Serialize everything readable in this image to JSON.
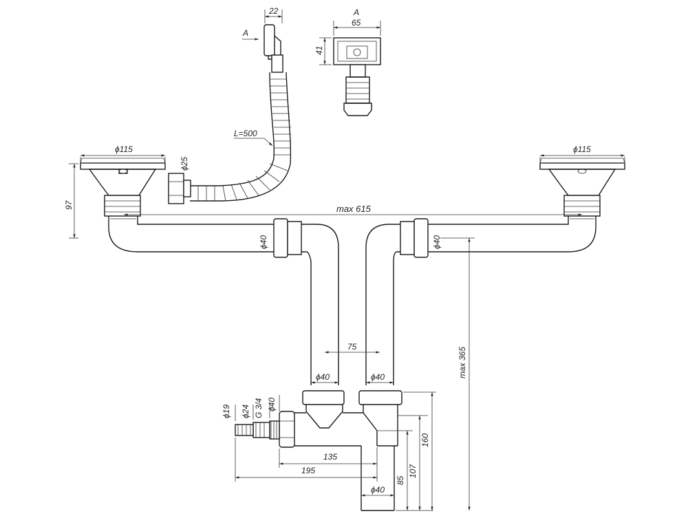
{
  "view_a": {
    "arrow_label": "A",
    "title": "A",
    "width": "65",
    "height": "41",
    "top_width": "22"
  },
  "hose": {
    "length": "L=500",
    "diameter": "ϕ25"
  },
  "sink_left": {
    "diameter": "ϕ115",
    "depth": "97"
  },
  "sink_right": {
    "diameter": "ϕ115"
  },
  "pipes": {
    "overall_width": "max 615",
    "left_diameter": "ϕ40",
    "right_diameter": "ϕ40",
    "center_spacing": "75",
    "down_left_diameter": "ϕ40",
    "down_right_diameter": "ϕ40",
    "max_height": "max 365"
  },
  "trap": {
    "d19": "ϕ19",
    "d24": "ϕ24",
    "thread": "G 3/4",
    "d40": "ϕ40",
    "len135": "135",
    "len195": "195",
    "h85": "85",
    "h107": "107",
    "h160": "160",
    "outlet_diameter": "ϕ40"
  }
}
